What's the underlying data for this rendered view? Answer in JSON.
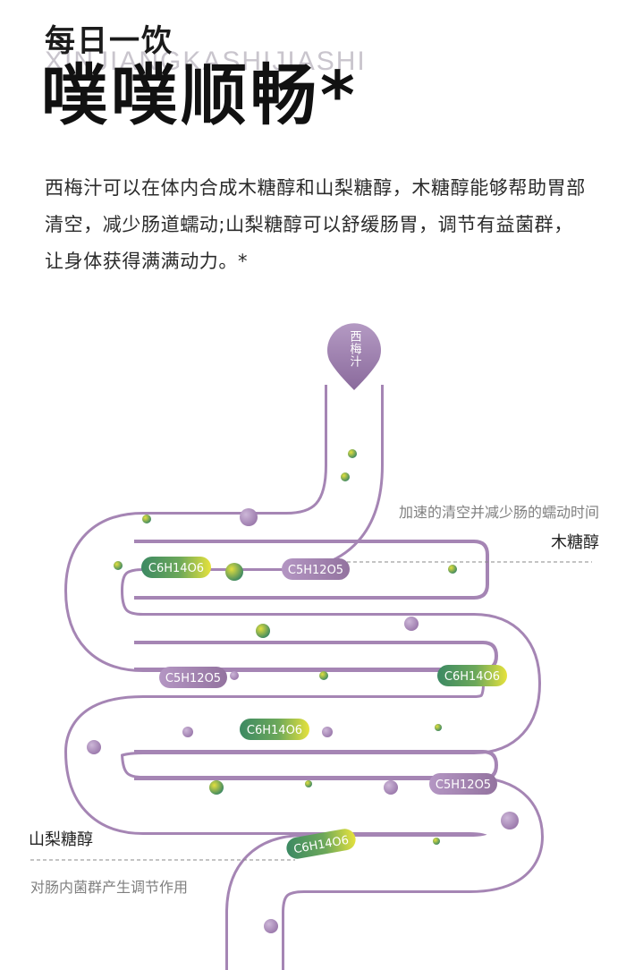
{
  "header": {
    "watermark": "XINJIANGKASHIJIASHI",
    "subtitle": "每日一饮",
    "title": "噗噗顺畅*"
  },
  "description": "西梅汁可以在体内合成木糖醇和山梨糖醇，木糖醇能够帮助胃部清空，减少肠道蠕动;山梨糖醇可以舒缓肠胃，调节有益菌群，让身体获得满满动力。*",
  "diagram": {
    "drop_label": "西梅汁",
    "annotations": {
      "xylitol_effect": "加速的清空并减少肠的蠕动时间",
      "xylitol": "木糖醇",
      "sorbitol": "山梨糖醇",
      "sorbitol_effect": "对肠内菌群产生调节作用"
    },
    "pills": [
      {
        "formula": "C6H14O6",
        "style": "green"
      },
      {
        "formula": "C5H12O5",
        "style": "purple"
      },
      {
        "formula": "C5H12O5",
        "style": "purple"
      },
      {
        "formula": "C6H14O6",
        "style": "green"
      },
      {
        "formula": "C6H14O6",
        "style": "green"
      },
      {
        "formula": "C5H12O5",
        "style": "purple"
      },
      {
        "formula": "C6H14O6",
        "style": "green"
      }
    ],
    "colors": {
      "intestine": "#a585b4",
      "pill_green": "#3f8a63",
      "pill_yellow": "#e3df3e",
      "pill_purple": "#9f7eae",
      "dot_purple": "#b79bc6"
    }
  }
}
